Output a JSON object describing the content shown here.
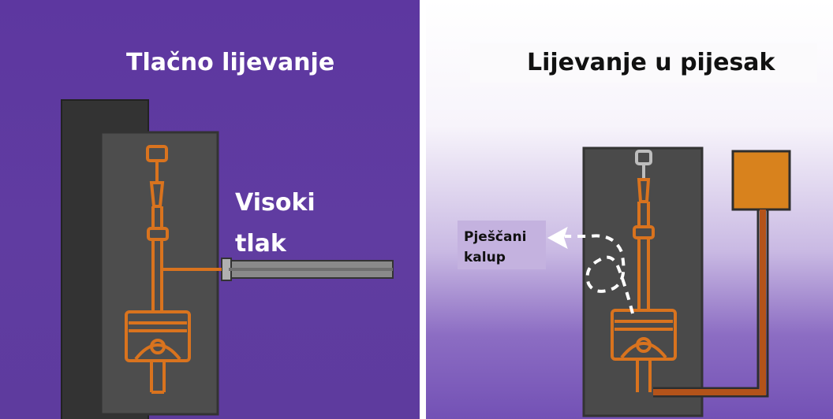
{
  "die_casting": {
    "title": "Tlačno lijevanje",
    "pressure_label_line1": "Visoki",
    "pressure_label_line2": "tlak"
  },
  "sand_casting": {
    "title": "Lijevanje u pijesak",
    "mold_label_line1": "Pješčani",
    "mold_label_line2": "kalup"
  },
  "colors": {
    "left_background": "#5f3aa0",
    "part_orange": "#d9731e",
    "mold_gray": "#4a4a4a",
    "reservoir_orange": "#d8821d"
  }
}
